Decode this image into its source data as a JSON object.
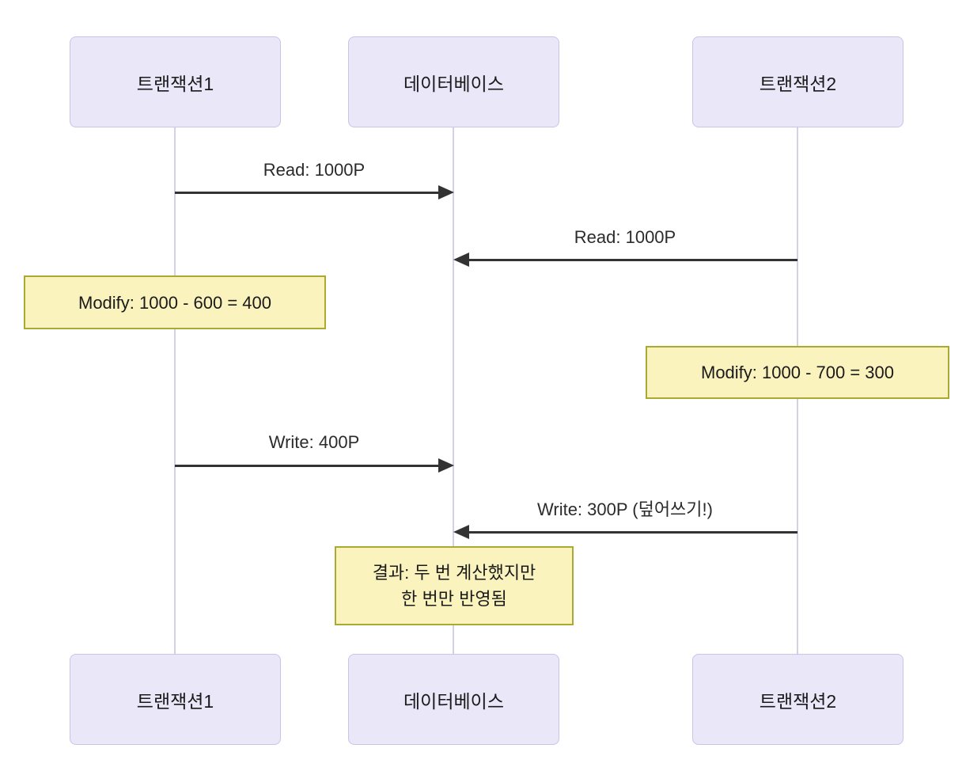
{
  "actors": [
    {
      "label": "트랜잭션1"
    },
    {
      "label": "데이터베이스"
    },
    {
      "label": "트랜잭션2"
    }
  ],
  "messages": [
    {
      "label": "Read: 1000P",
      "from": "트랜잭션1",
      "to": "데이터베이스",
      "direction": "right"
    },
    {
      "label": "Read: 1000P",
      "from": "트랜잭션2",
      "to": "데이터베이스",
      "direction": "left"
    },
    {
      "label": "Write: 400P",
      "from": "트랜잭션1",
      "to": "데이터베이스",
      "direction": "right"
    },
    {
      "label": "Write: 300P (덮어쓰기!)",
      "from": "트랜잭션2",
      "to": "데이터베이스",
      "direction": "left"
    }
  ],
  "notes": [
    {
      "over": "트랜잭션1",
      "lines": [
        "Modify: 1000 - 600 = 400"
      ]
    },
    {
      "over": "트랜잭션2",
      "lines": [
        "Modify: 1000 - 700 = 300"
      ]
    },
    {
      "over": "데이터베이스",
      "lines": [
        "결과: 두 번 계산했지만",
        "한 번만 반영됨"
      ]
    }
  ],
  "colors": {
    "actor_fill": "#E9E7F8",
    "actor_border": "#C8C5E8",
    "lifeline": "#D5CFE8",
    "note_fill": "#FBF3BE",
    "note_border": "#AAAA33",
    "arrow": "#333333",
    "text": "#1A1A1A"
  }
}
